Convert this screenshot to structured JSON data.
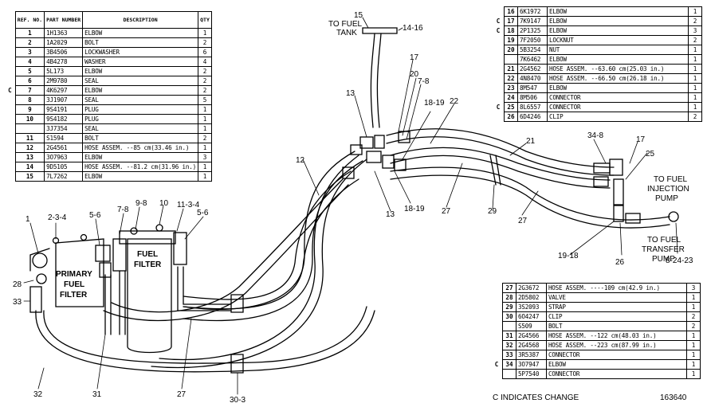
{
  "table_a": {
    "headers": {
      "ref": "REF. NO.",
      "part": "PART NUMBER",
      "desc": "DESCRIPTION",
      "qty": "QTY"
    },
    "rows": [
      {
        "c": "",
        "ref": "1",
        "part": "1H1363",
        "desc": "ELBOW",
        "qty": "1"
      },
      {
        "c": "",
        "ref": "2",
        "part": "1A2029",
        "desc": "BOLT",
        "qty": "2"
      },
      {
        "c": "",
        "ref": "3",
        "part": "3B4506",
        "desc": "LOCKWASHER",
        "qty": "6"
      },
      {
        "c": "",
        "ref": "4",
        "part": "4B4278",
        "desc": "WASHER",
        "qty": "4"
      },
      {
        "c": "",
        "ref": "5",
        "part": "5L173",
        "desc": "ELBOW",
        "qty": "2"
      },
      {
        "c": "",
        "ref": "6",
        "part": "2M9780",
        "desc": "SEAL",
        "qty": "2"
      },
      {
        "c": "C",
        "ref": "7",
        "part": "4K6297",
        "desc": "ELBOW",
        "qty": "2"
      },
      {
        "c": "",
        "ref": "8",
        "part": "3J1907",
        "desc": "SEAL",
        "qty": "5"
      },
      {
        "c": "",
        "ref": "9",
        "part": "9S4191",
        "desc": "PLUG",
        "qty": "1"
      },
      {
        "c": "",
        "ref": "10",
        "part": "9S4182",
        "desc": "PLUG",
        "qty": "1"
      },
      {
        "c": "",
        "ref": "",
        "part": "3J7354",
        "desc": "SEAL",
        "qty": "1"
      },
      {
        "c": "",
        "ref": "11",
        "part": "S1594",
        "desc": "BOLT",
        "qty": "2"
      },
      {
        "c": "",
        "ref": "12",
        "part": "2G4561",
        "desc": "HOSE ASSEM. --85 cm(33.46 in.)",
        "qty": "1"
      },
      {
        "c": "",
        "ref": "13",
        "part": "3O7963",
        "desc": "ELBOW",
        "qty": "3"
      },
      {
        "c": "",
        "ref": "14",
        "part": "9D5105",
        "desc": "HOSE ASSEM. --81.2 cm(31.96 in.)",
        "qty": "1"
      },
      {
        "c": "",
        "ref": "15",
        "part": "7L7262",
        "desc": "ELBOW",
        "qty": "1"
      }
    ]
  },
  "table_b": {
    "rows": [
      {
        "c": "",
        "ref": "16",
        "part": "6K1972",
        "desc": "ELBOW",
        "qty": "1"
      },
      {
        "c": "C",
        "ref": "17",
        "part": "7K9147",
        "desc": "ELBOW",
        "qty": "2"
      },
      {
        "c": "C",
        "ref": "18",
        "part": "2P1325",
        "desc": "ELBOW",
        "qty": "3"
      },
      {
        "c": "",
        "ref": "19",
        "part": "7F2050",
        "desc": "LOCKNUT",
        "qty": "2"
      },
      {
        "c": "",
        "ref": "20",
        "part": "5B3254",
        "desc": "NUT",
        "qty": "1"
      },
      {
        "c": "",
        "ref": "",
        "part": "7K6462",
        "desc": "ELBOW",
        "qty": "1"
      },
      {
        "c": "",
        "ref": "21",
        "part": "2G4562",
        "desc": "HOSE ASSEM. --63.60 cm(25.03 in.)",
        "qty": "1"
      },
      {
        "c": "",
        "ref": "22",
        "part": "4N8470",
        "desc": "HOSE ASSEM. --66.50 cm(26.18 in.)",
        "qty": "1"
      },
      {
        "c": "",
        "ref": "23",
        "part": "8M547",
        "desc": "ELBOW",
        "qty": "1"
      },
      {
        "c": "",
        "ref": "24",
        "part": "8M506",
        "desc": "CONNECTOR",
        "qty": "1"
      },
      {
        "c": "C",
        "ref": "25",
        "part": "8L6557",
        "desc": "CONNECTOR",
        "qty": "1"
      },
      {
        "c": "",
        "ref": "26",
        "part": "6D4246",
        "desc": "CLIP",
        "qty": "2"
      }
    ]
  },
  "table_c": {
    "rows": [
      {
        "c": "",
        "ref": "27",
        "part": "2G3672",
        "desc": "HOSE ASSEM. ----109 cm(42.9 in.)",
        "qty": "3"
      },
      {
        "c": "",
        "ref": "28",
        "part": "2D5802",
        "desc": "VALVE",
        "qty": "1"
      },
      {
        "c": "",
        "ref": "29",
        "part": "3S2093",
        "desc": "STRAP",
        "qty": "1"
      },
      {
        "c": "",
        "ref": "30",
        "part": "6O4247",
        "desc": "CLIP",
        "qty": "2"
      },
      {
        "c": "",
        "ref": "",
        "part": "S509",
        "desc": "BOLT",
        "qty": "2"
      },
      {
        "c": "",
        "ref": "31",
        "part": "2G4566",
        "desc": "HOSE ASSEM. --122 cm(48.03 in.)",
        "qty": "1"
      },
      {
        "c": "",
        "ref": "32",
        "part": "2G4568",
        "desc": "HOSE ASSEM. --223 cm(87.99 in.)",
        "qty": "1"
      },
      {
        "c": "",
        "ref": "33",
        "part": "3R5387",
        "desc": "CONNECTOR",
        "qty": "1"
      },
      {
        "c": "C",
        "ref": "34",
        "part": "3O7947",
        "desc": "ELBOW",
        "qty": "1"
      },
      {
        "c": "",
        "ref": "",
        "part": "5P7540",
        "desc": "CONNECTOR",
        "qty": "1"
      }
    ]
  },
  "footer": {
    "change_note": "C INDICATES CHANGE",
    "figure_number": "163640"
  },
  "labels": {
    "to_fuel_tank": [
      "TO FUEL",
      "TANK"
    ],
    "to_fuel_injection_pump": [
      "TO FUEL",
      "INJECTION",
      "PUMP"
    ],
    "to_fuel_transfer_pump": [
      "TO FUEL",
      "TRANSFER",
      "PUMP"
    ],
    "primary_fuel_filter": [
      "PRIMARY",
      "FUEL",
      "FILTER"
    ],
    "fuel_filter": [
      "FUEL",
      "FILTER"
    ]
  },
  "callouts": {
    "c15": "15",
    "c14_16": "14-16",
    "c17a": "17",
    "c20": "20",
    "c7_8a": "7-8",
    "c13a": "13",
    "c18_19a": "18-19",
    "c22": "22",
    "c12": "12",
    "c21": "21",
    "c34_8": "34-8",
    "c17b": "17",
    "c25": "25",
    "c13b": "13",
    "c18_19b": "18-19",
    "c27a": "27",
    "c29": "29",
    "c27b": "27",
    "c19_18": "19-18",
    "c26": "26",
    "c8_24_23": "8-24-23",
    "c1": "1",
    "c2_3_4": "2-3-4",
    "c5_6a": "5-6",
    "c7_8b": "7-8",
    "c9_8": "9-8",
    "c10": "10",
    "c11_3_4": "11-3-4",
    "c5_6b": "5-6",
    "c28": "28",
    "c33": "33",
    "c32": "32",
    "c31": "31",
    "c27c": "27",
    "c30_3": "30-3"
  }
}
